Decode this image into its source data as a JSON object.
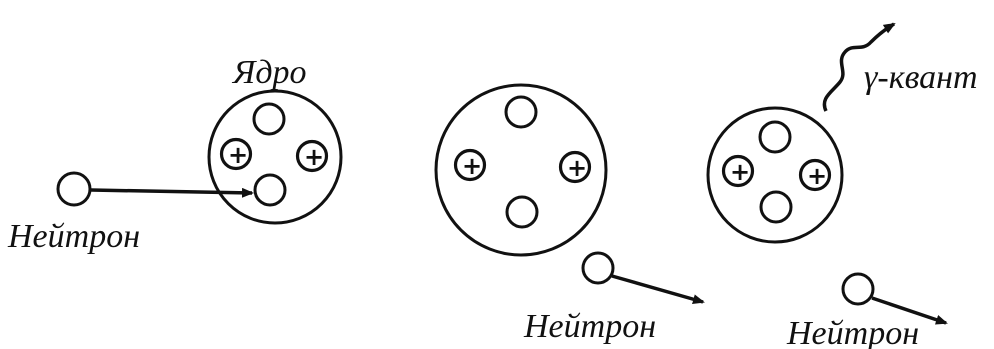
{
  "labels": {
    "nucleus": "Ядро",
    "neutron_incoming": "Нейтрон",
    "neutron_scattered_1": "Нейтрон",
    "neutron_scattered_2": "Нейтрон",
    "gamma_quantum": "γ-квант"
  },
  "symbols": {
    "proton_sign": "+"
  },
  "colors": {
    "ink": "#111111",
    "background": "#ffffff"
  }
}
